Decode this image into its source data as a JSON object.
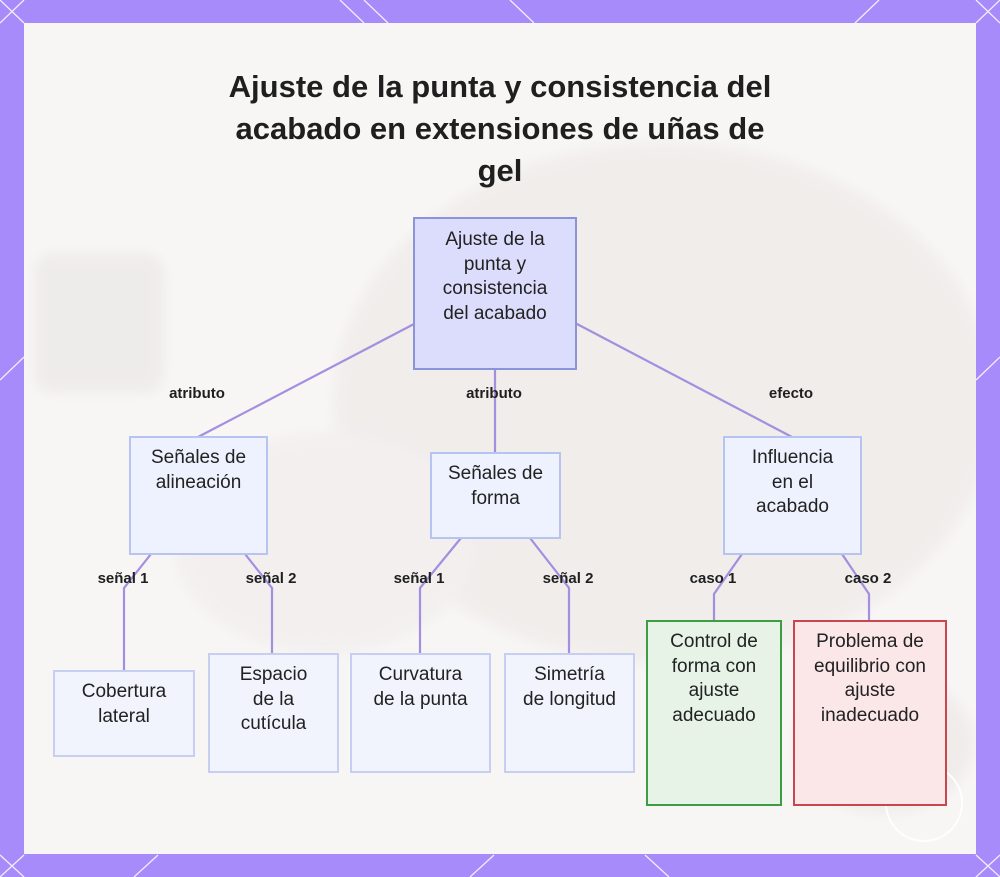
{
  "title": "Ajuste de la punta y consistencia del acabado en extensiones de uñas de gel",
  "nodes": {
    "root": "Ajuste de la punta y consistencia del acabado",
    "alineacion": "Señales de alineación",
    "forma": "Señales de forma",
    "influencia": "Influencia en el acabado",
    "cobertura": "Cobertura lateral",
    "espacio": "Espacio de la cutícula",
    "curvatura": "Curvatura de la punta",
    "simetria": "Simetría de longitud",
    "control": "Control de forma con ajuste adecuado",
    "problema": "Problema de equilibrio con ajuste inadecuado"
  },
  "edge_labels": {
    "a1": "atributo",
    "a2": "atributo",
    "e1": "efecto",
    "s1": "señal 1",
    "s2": "señal 2",
    "s3": "señal 1",
    "s4": "señal 2",
    "c1": "caso 1",
    "c2": "caso 2"
  },
  "colors": {
    "frame": "#a78bfa",
    "edge": "#a48ee0",
    "root_fill": "#dcdcfc",
    "green_border": "#3c9d44",
    "red_border": "#c9464f"
  }
}
